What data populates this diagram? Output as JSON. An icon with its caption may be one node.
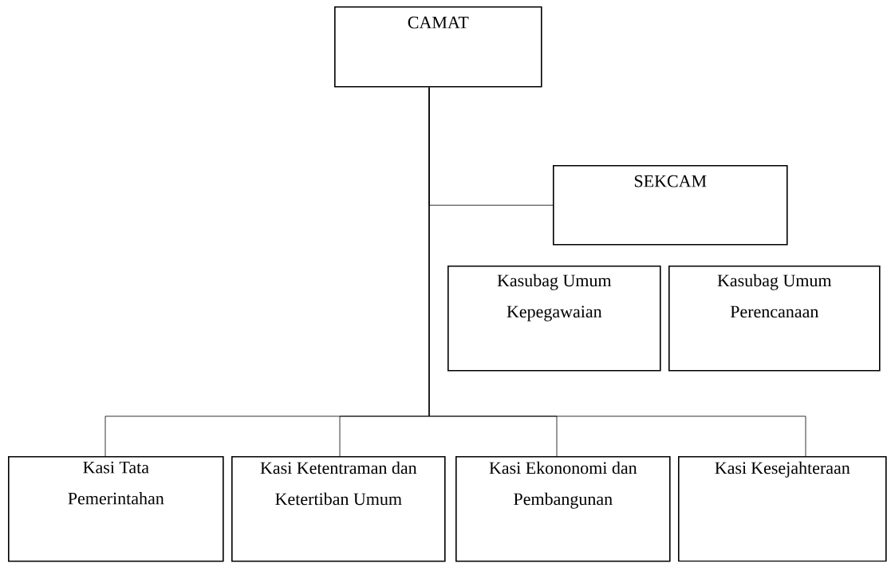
{
  "diagram": {
    "nodes": [
      {
        "text": [
          "CAMAT"
        ]
      },
      {
        "text": [
          "SEKCAM"
        ]
      },
      {
        "text": [
          "Kasubag Umum Kepegawaian"
        ]
      },
      {
        "text": [
          "Kasubag Umum Perencanaan"
        ]
      },
      {
        "text": [
          "Kasi Tata Pemerintahan"
        ]
      },
      {
        "text": [
          "Kasi Ketentraman dan Ketertiban Umum"
        ]
      },
      {
        "text": [
          "Kasi Ekononomi dan Pembangunan"
        ]
      },
      {
        "text": [
          "Kasi Kesejahteraan"
        ]
      }
    ],
    "edges": [
      {
        "from": 0,
        "to": 1,
        "arrow": "none"
      },
      {
        "from": 0,
        "to": 4,
        "arrow": "none"
      },
      {
        "from": 0,
        "to": 5,
        "arrow": "none"
      },
      {
        "from": 0,
        "to": 6,
        "arrow": "none"
      },
      {
        "from": 0,
        "to": 7,
        "arrow": "none"
      }
    ]
  }
}
